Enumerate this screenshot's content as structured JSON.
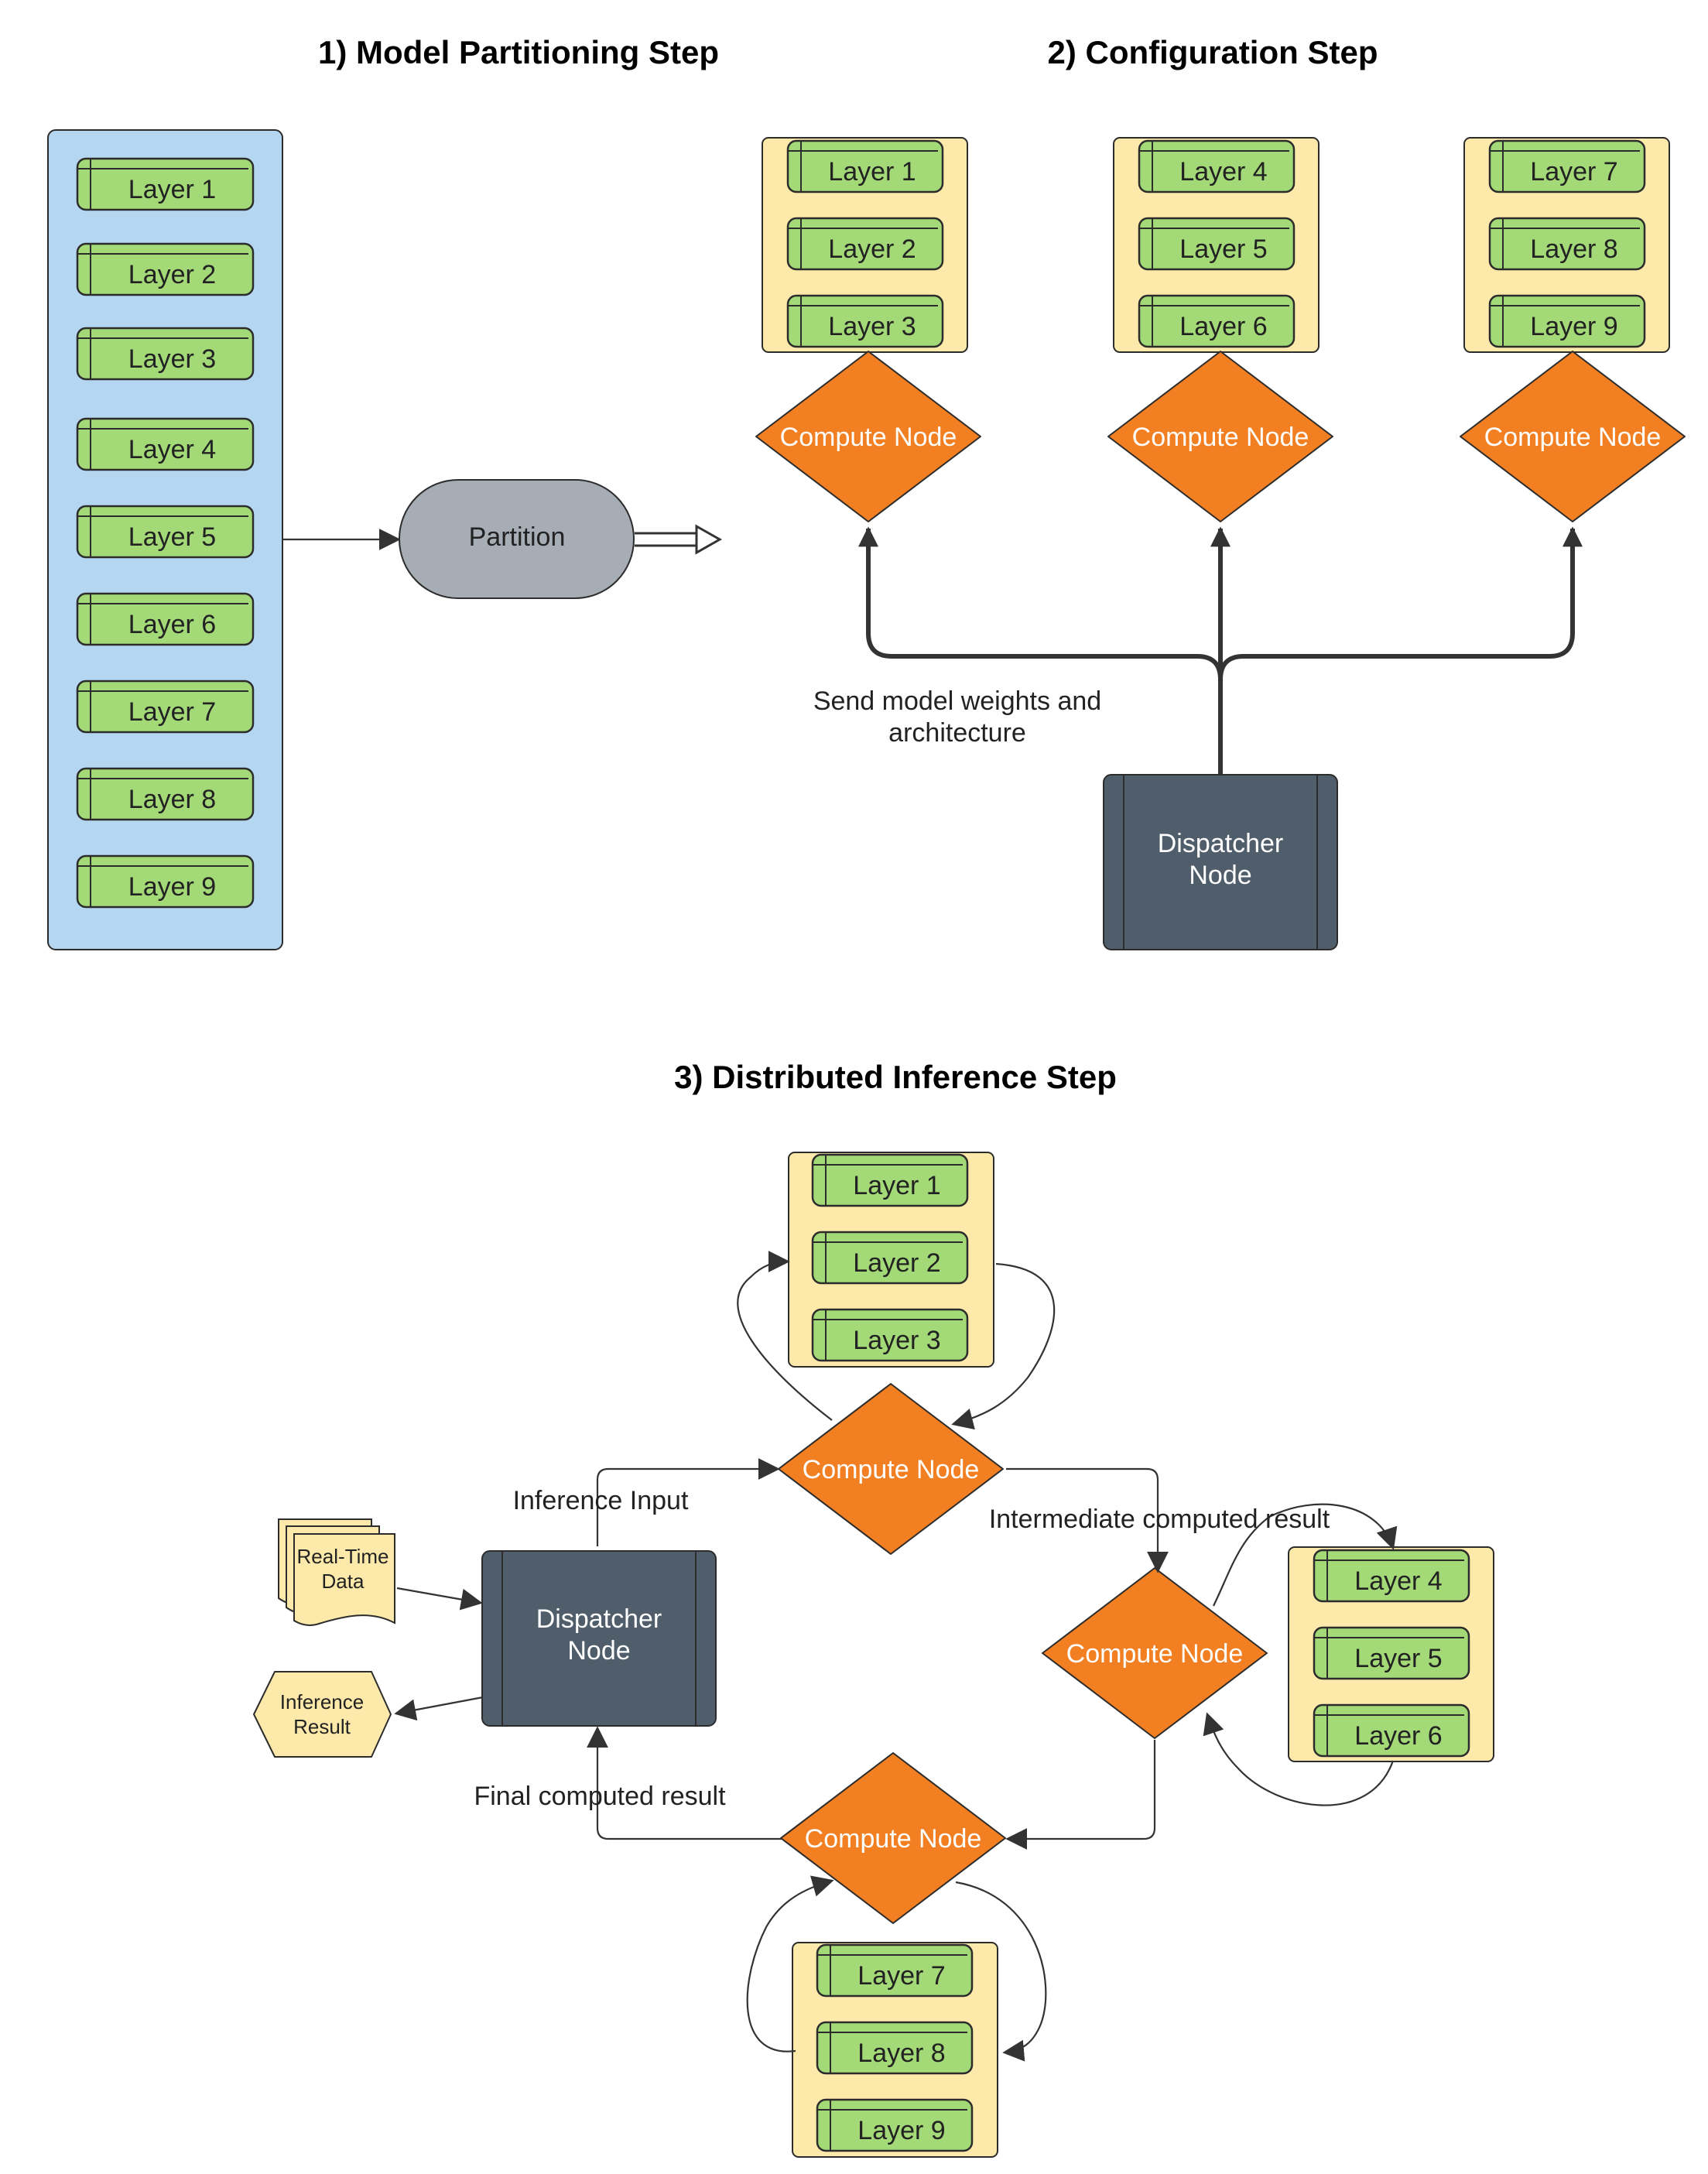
{
  "titles": {
    "step1": "1) Model Partitioning Step",
    "step2": "2) Configuration Step",
    "step3": "3) Distributed Inference Step"
  },
  "layers": [
    "Layer 1",
    "Layer 2",
    "Layer 3",
    "Layer 4",
    "Layer 5",
    "Layer 6",
    "Layer 7",
    "Layer 8",
    "Layer 9"
  ],
  "partition_label": "Partition",
  "compute_node_label": "Compute Node",
  "dispatcher": {
    "line1": "Dispatcher",
    "line2": "Node"
  },
  "send_weights": {
    "line1": "Send model weights and",
    "line2": "architecture"
  },
  "inference_input": "Inference Input",
  "intermediate_result": "Intermediate computed result",
  "final_result": "Final computed result",
  "real_time_data": {
    "line1": "Real-Time",
    "line2": "Data"
  },
  "inference_result": {
    "line1": "Inference",
    "line2": "Result"
  },
  "colors": {
    "layer_green": "#a3d977",
    "container_blue": "#b4d6f0",
    "container_yellow": "#fde9a9",
    "compute_orange": "#f27f22",
    "dispatcher_slate": "#505e6b",
    "partition_gray": "#a6adb5"
  }
}
